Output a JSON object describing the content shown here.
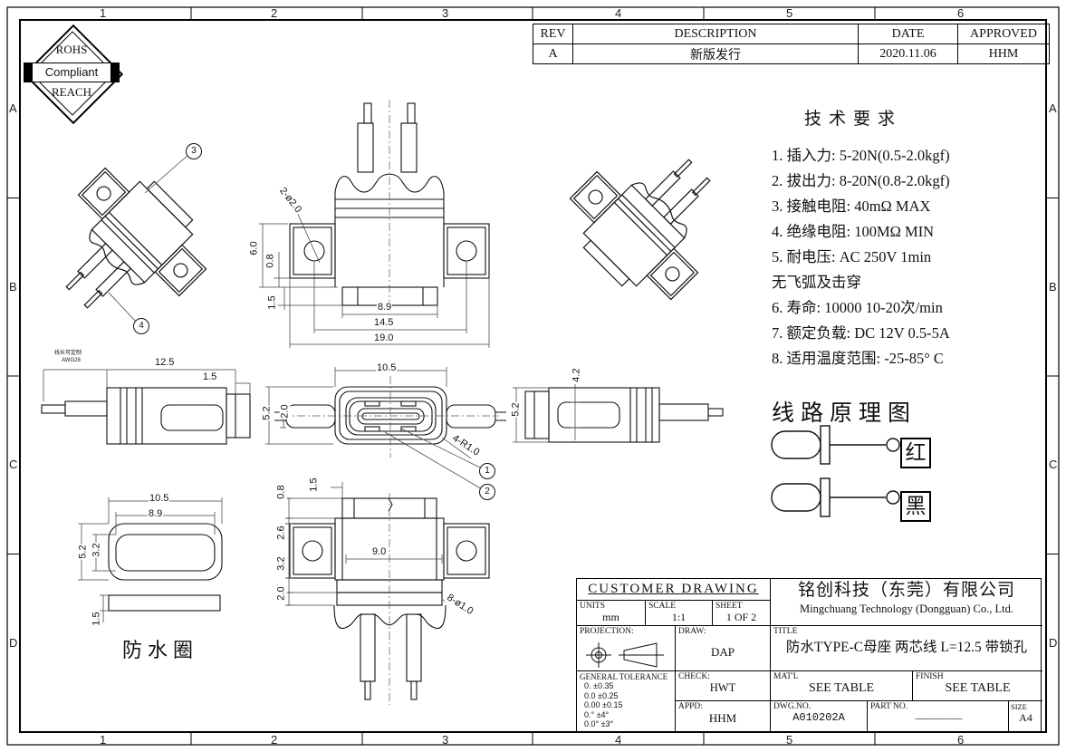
{
  "frame": {
    "zone_cols": [
      "1",
      "2",
      "3",
      "4",
      "5",
      "6"
    ],
    "zone_rows": [
      "A",
      "B",
      "C",
      "D"
    ]
  },
  "badge": {
    "top": "ROHS",
    "middle": "Compliant",
    "bottom": "REACH"
  },
  "revision": {
    "headers": [
      "REV",
      "DESCRIPTION",
      "DATE",
      "APPROVED"
    ],
    "rows": [
      [
        "A",
        "新版发行",
        "2020.11.06",
        "HHM"
      ]
    ]
  },
  "tech": {
    "title": "技术要求",
    "lines": [
      "1. 插入力: 5-20N(0.5-2.0kgf)",
      "2. 拔出力: 8-20N(0.8-2.0kgf)",
      "3. 接触电阻: 40mΩ MAX",
      "4. 绝缘电阻: 100MΩ MIN",
      "5. 耐电压: AC 250V 1min",
      "无飞弧及击穿",
      "6. 寿命: 10000 10-20次/min",
      "7. 额定负载: DC 12V 0.5-5A",
      "8. 适用温度范围: -25-85° C"
    ]
  },
  "schematic": {
    "title": "线路原理图",
    "wire1": "红",
    "wire2": "黑"
  },
  "balloons": {
    "b1": "1",
    "b2": "2",
    "b3": "3",
    "b4": "4"
  },
  "views": {
    "front": {
      "d1": "6.0",
      "d2": "0.8",
      "d3": "1.5",
      "d4": "8.9",
      "d5": "14.5",
      "d6": "19.0",
      "callout": "2-ø2.0"
    },
    "face": {
      "d1": "10.5",
      "d2": "5.2",
      "d3": "2.0",
      "callout": "4-R1.0"
    },
    "side_left": {
      "d1": "12.5",
      "d2": "1.5",
      "note1": "线长可定制",
      "note2": "AWG28"
    },
    "side_right": {
      "d1": "5.2",
      "d2": "4.2"
    },
    "ring": {
      "d1": "10.5",
      "d2": "8.9",
      "d3": "5.2",
      "d4": "3.2",
      "d5": "1.5",
      "caption": "防水圈"
    },
    "rear": {
      "d1": "0.8",
      "d2": "1.5",
      "d3": "2.6",
      "d4": "3.2",
      "d5": "2.0",
      "d6": "9.0",
      "callout": "8-ø1.0"
    }
  },
  "title_block": {
    "customer_drawing": "CUSTOMER DRAWING",
    "units_label": "UNITS",
    "units_value": "mm",
    "scale_label": "SCALE",
    "scale_value": "1:1",
    "sheet_label": "SHEET",
    "sheet_value": "1 OF 2",
    "projection_label": "PROJECTION:",
    "draw_label": "DRAW:",
    "draw_value": "DAP",
    "check_label": "CHECK:",
    "check_value": "HWT",
    "appd_label": "APPD:",
    "appd_value": "HHM",
    "tolerance_label": "GENERAL TOLERANCE",
    "tolerances": [
      "0.   ±0.35",
      "0.0  ±0.25",
      "0.00 ±0.15",
      "0.°  ±4°",
      "0.0° ±3°"
    ],
    "company_cn": "铭创科技（东莞）有限公司",
    "company_en": "Mingchuang Technology (Dongguan) Co., Ltd.",
    "title_label": "TITLE",
    "title_value": "防水TYPE-C母座 两芯线 L=12.5 带锁孔",
    "matl_label": "MAT'L",
    "matl_value": "SEE TABLE",
    "finish_label": "FINISH",
    "finish_value": "SEE TABLE",
    "dwg_label": "DWG.NO.",
    "dwg_value": "A010202A",
    "part_label": "PART NO.",
    "part_value": "—————",
    "size_label": "SIZE",
    "size_value": "A4"
  }
}
